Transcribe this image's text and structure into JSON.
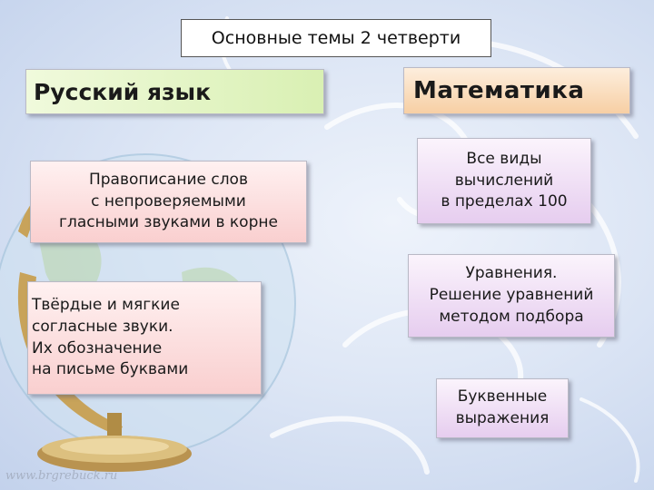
{
  "title": "Основные темы 2 четверти",
  "russian": {
    "header": "Русский язык",
    "topics": [
      "Правописание слов\nс непроверяемыми\nгласными звуками в корне",
      "Твёрдые и мягкие\nсогласные звуки.\n Их обозначение\n на письме буквами"
    ]
  },
  "math": {
    "header": "Математика",
    "topics": [
      "Все виды\nвычислений\nв пределах 100",
      "Уравнения.\nРешение уравнений\nметодом подбора",
      "Буквенные\nвыражения"
    ]
  },
  "watermark": "www.brgrebuck.ru",
  "colors": {
    "background": "#dde6f5",
    "russian_header": "#d9f0b3",
    "math_header": "#f7cfa4",
    "russian_topic": "#f9cfcf",
    "math_topic": "#e6cdef"
  },
  "decor": [
    "globe-illustration",
    "swirl-ornament"
  ]
}
